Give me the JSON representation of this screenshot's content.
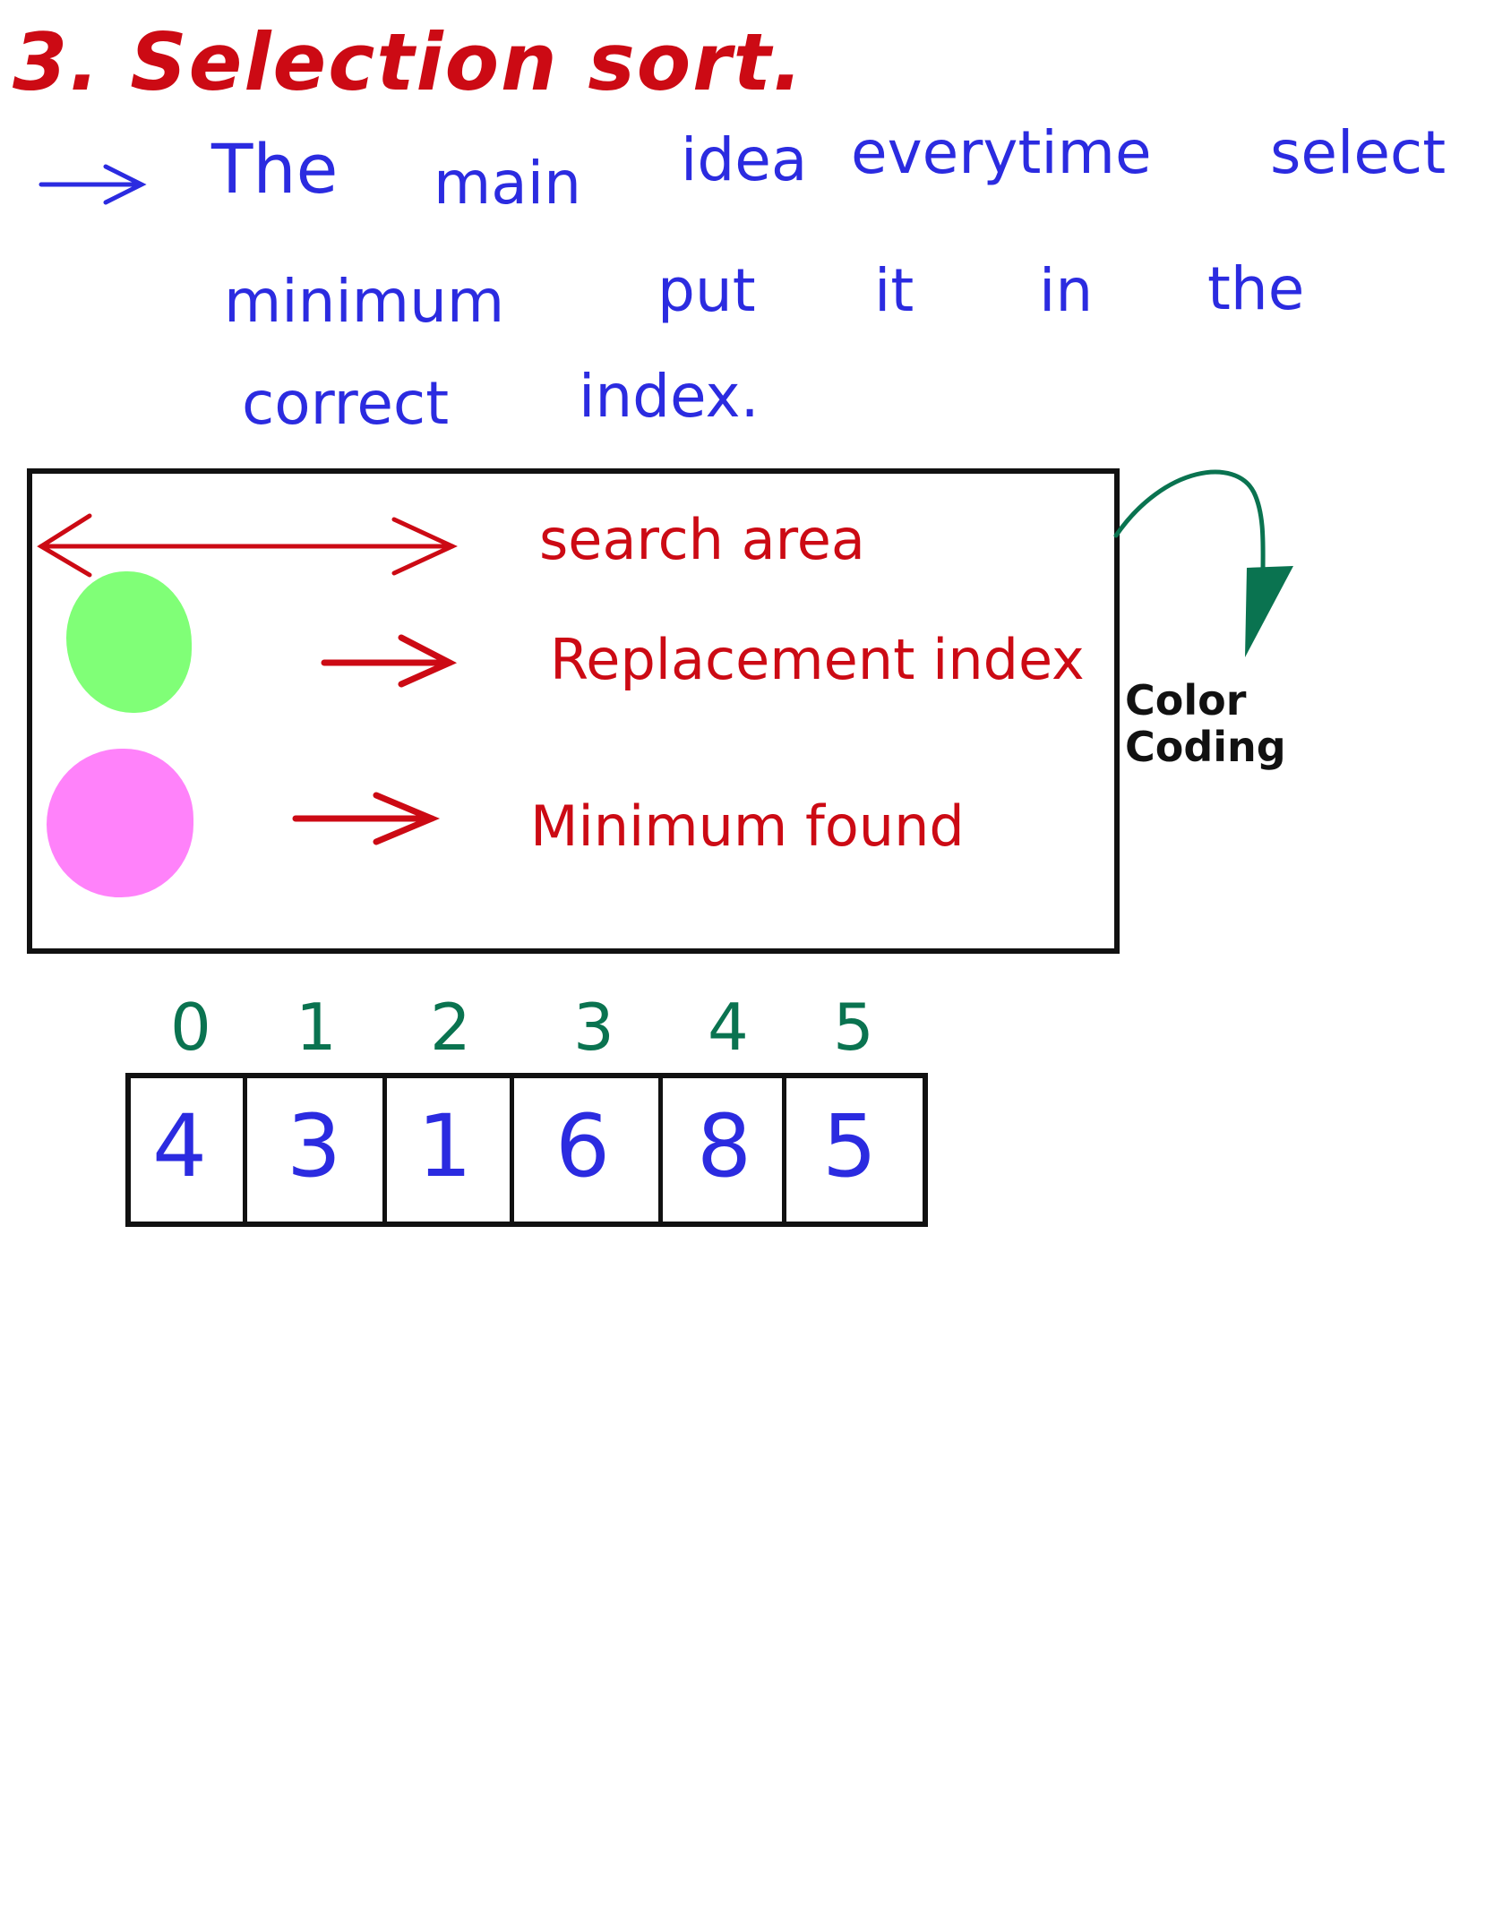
{
  "title": "3. Selection sort.",
  "description": {
    "arrow_icon": "right-arrow-icon",
    "line1": [
      "The",
      "main",
      "idea",
      "everytime",
      "select"
    ],
    "line2": [
      "minimum",
      "put",
      "it",
      "in",
      "the"
    ],
    "line3": [
      "correct",
      "index."
    ]
  },
  "legend": {
    "items": [
      {
        "icon": "double-arrow-icon",
        "label": "search area",
        "color": "#cc0a14"
      },
      {
        "icon": "green-circle-icon",
        "label": "Replacement index",
        "color": "#80ff77"
      },
      {
        "icon": "pink-circle-icon",
        "label": "Minimum found",
        "color": "#ff82fa"
      }
    ],
    "annotation": "Color Coding",
    "annotation_arrow_color": "#0a7350"
  },
  "array": {
    "indices": [
      "0",
      "1",
      "2",
      "3",
      "4",
      "5"
    ],
    "values": [
      "4",
      "3",
      "1",
      "6",
      "8",
      "5"
    ]
  }
}
